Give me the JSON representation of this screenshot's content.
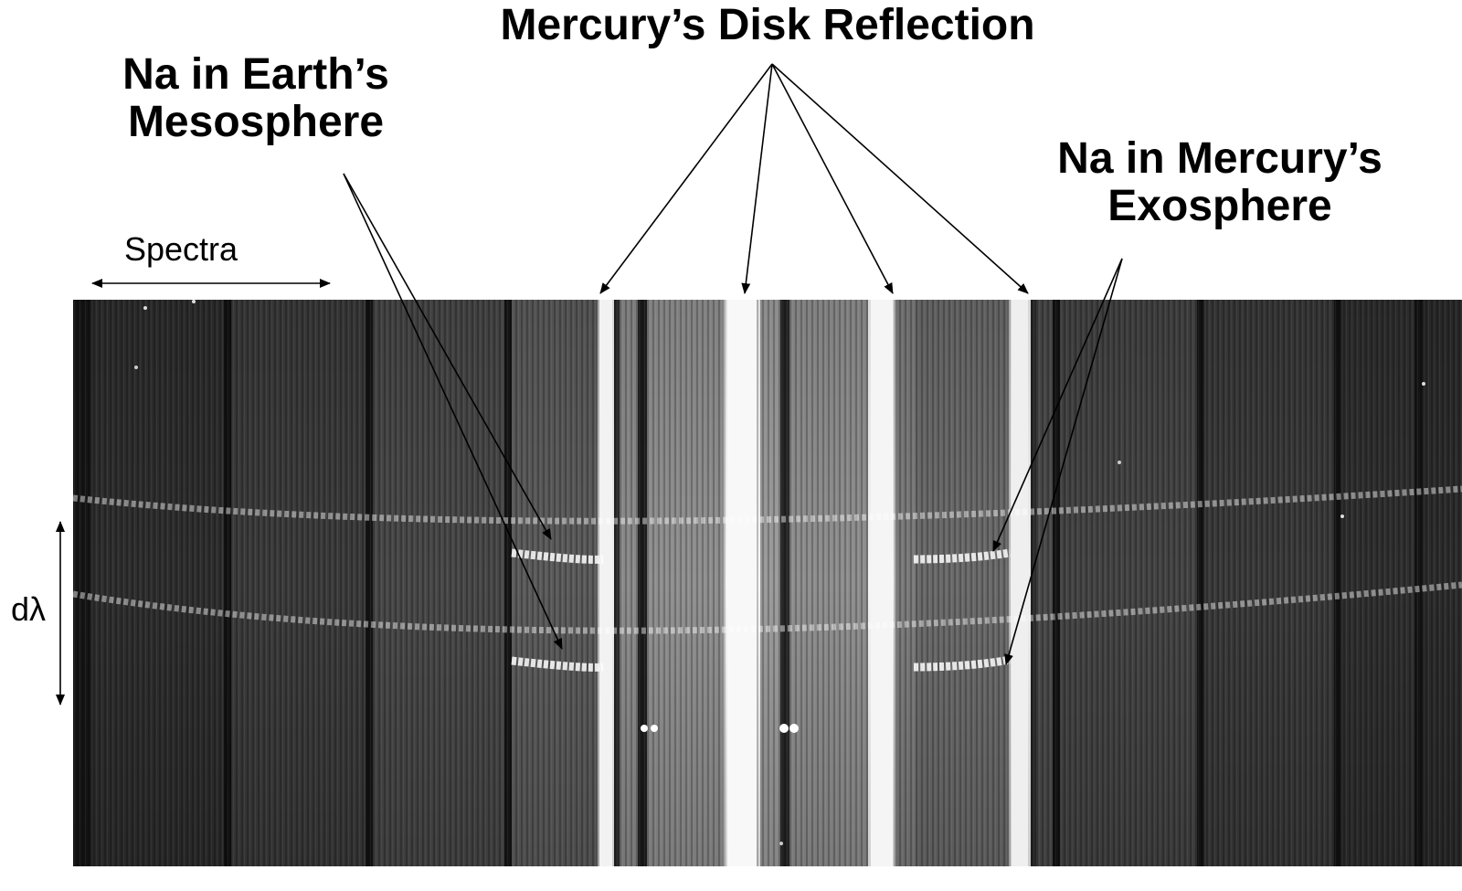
{
  "labels": {
    "disk_reflection": "Mercury’s Disk Reflection",
    "earth_na_line1": "Na in Earth’s",
    "earth_na_line2": "Mesosphere",
    "mercury_na_line1": "Na in Mercury’s",
    "mercury_na_line2": "Exosphere",
    "spectra": "Spectra",
    "dlambda": "dλ"
  },
  "colors": {
    "background": "#ffffff",
    "ink": "#000000",
    "image_dark": "#262626"
  }
}
